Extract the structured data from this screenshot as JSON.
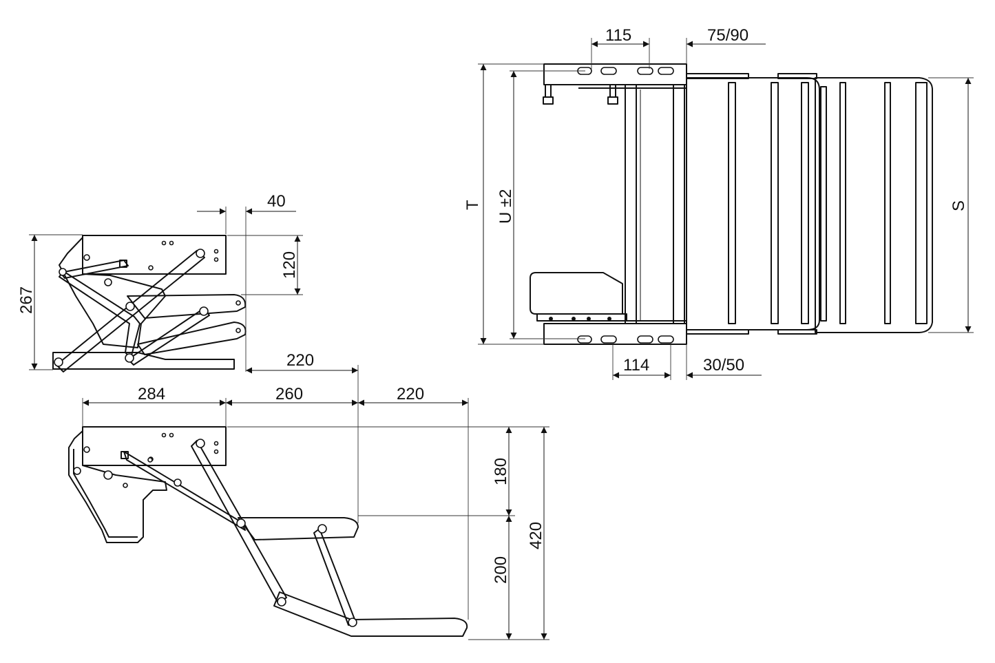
{
  "labels": {
    "side_folded": {
      "width_40": "40",
      "height_120": "120",
      "height_267": "267",
      "reach_220": "220"
    },
    "side_extended": {
      "width_284": "284",
      "width_260": "260",
      "width_220": "220",
      "height_180": "180",
      "height_200": "200",
      "height_420": "420"
    },
    "top_view": {
      "spacing_115": "115",
      "offset_75_90": "75/90",
      "spacing_114": "114",
      "offset_30_50": "30/50",
      "dim_t": "T",
      "dim_u": "U ±2",
      "dim_s": "S"
    }
  },
  "icons": {
    "dimension_arrow": "arrowhead",
    "pivot": "circle-pin",
    "mounting_slot": "slot"
  }
}
